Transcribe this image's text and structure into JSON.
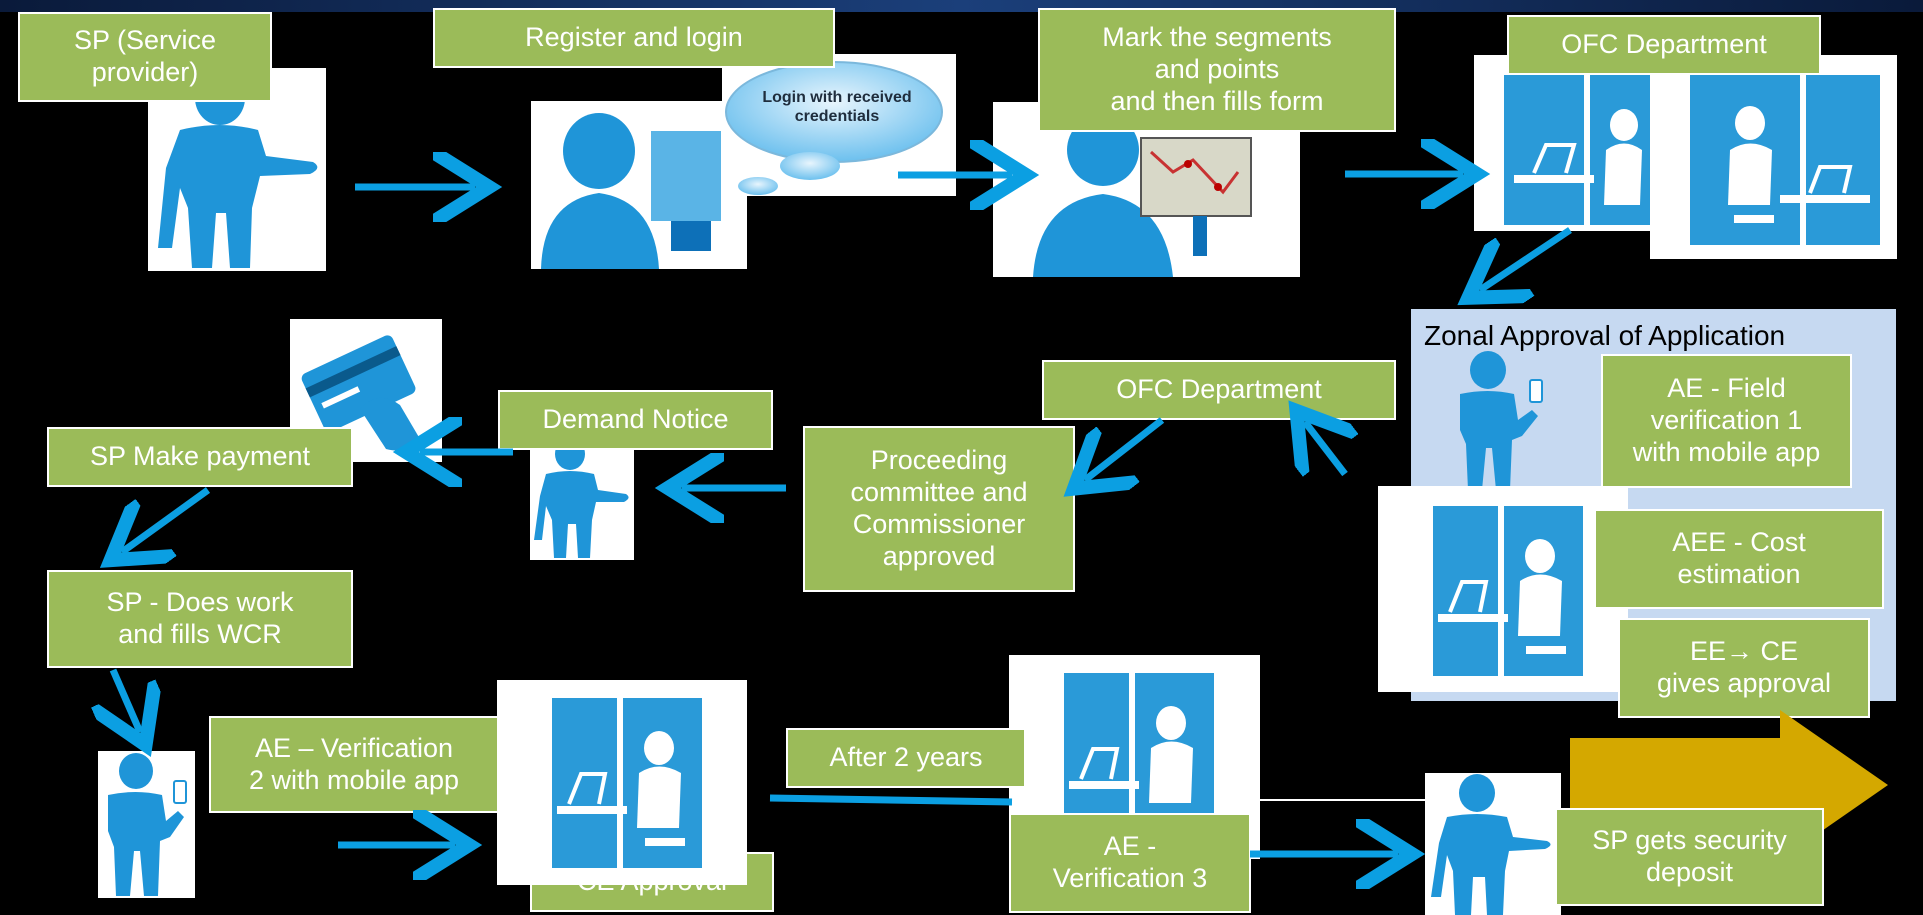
{
  "steps": {
    "sp_service_provider": "SP (Service\nprovider)",
    "register_login": "Register and  login",
    "login_bubble": "Login with received\ncredentials",
    "mark_segments": "Mark the segments\nand points\nand then  fills form",
    "ofc_department_top": "OFC Department",
    "zonal_title": "Zonal Approval of Application",
    "ae_field_verification": "AE - Field\nverification 1\nwith mobile app",
    "aee_cost_estimation": "AEE - Cost\nestimation",
    "ee_ce_approval": "EE→ CE\ngives approval",
    "ofc_department_mid": "OFC Department",
    "proceeding_committee": "Proceeding\ncommittee and\nCommissioner\napproved",
    "demand_notice": "Demand Notice",
    "sp_make_payment": "SP Make payment",
    "sp_does_work": "SP - Does work\nand fills WCR",
    "ae_verification_2": "AE – Verification\n2 with mobile app",
    "ce_approval": "CE Approval",
    "after_2_years": "After 2 years",
    "ae_verification_3": "AE  -\nVerification 3",
    "approval_partial": "Approv",
    "sp_security_deposit": "SP gets security\ndeposit"
  },
  "colors": {
    "box_green": "#9bbb59",
    "arrow_blue": "#0b9fe2",
    "figure_blue": "#1f95d8",
    "zone_bg": "#c6d9f1",
    "big_arrow_gold": "#d4a800",
    "background": "#000000"
  },
  "icons": [
    "standing-person-icon",
    "person-at-computer-icon",
    "speech-bubble-icon",
    "person-with-map-icon",
    "office-cubicle-icon",
    "person-with-phone-icon",
    "card-payment-icon",
    "big-right-arrow-icon"
  ]
}
